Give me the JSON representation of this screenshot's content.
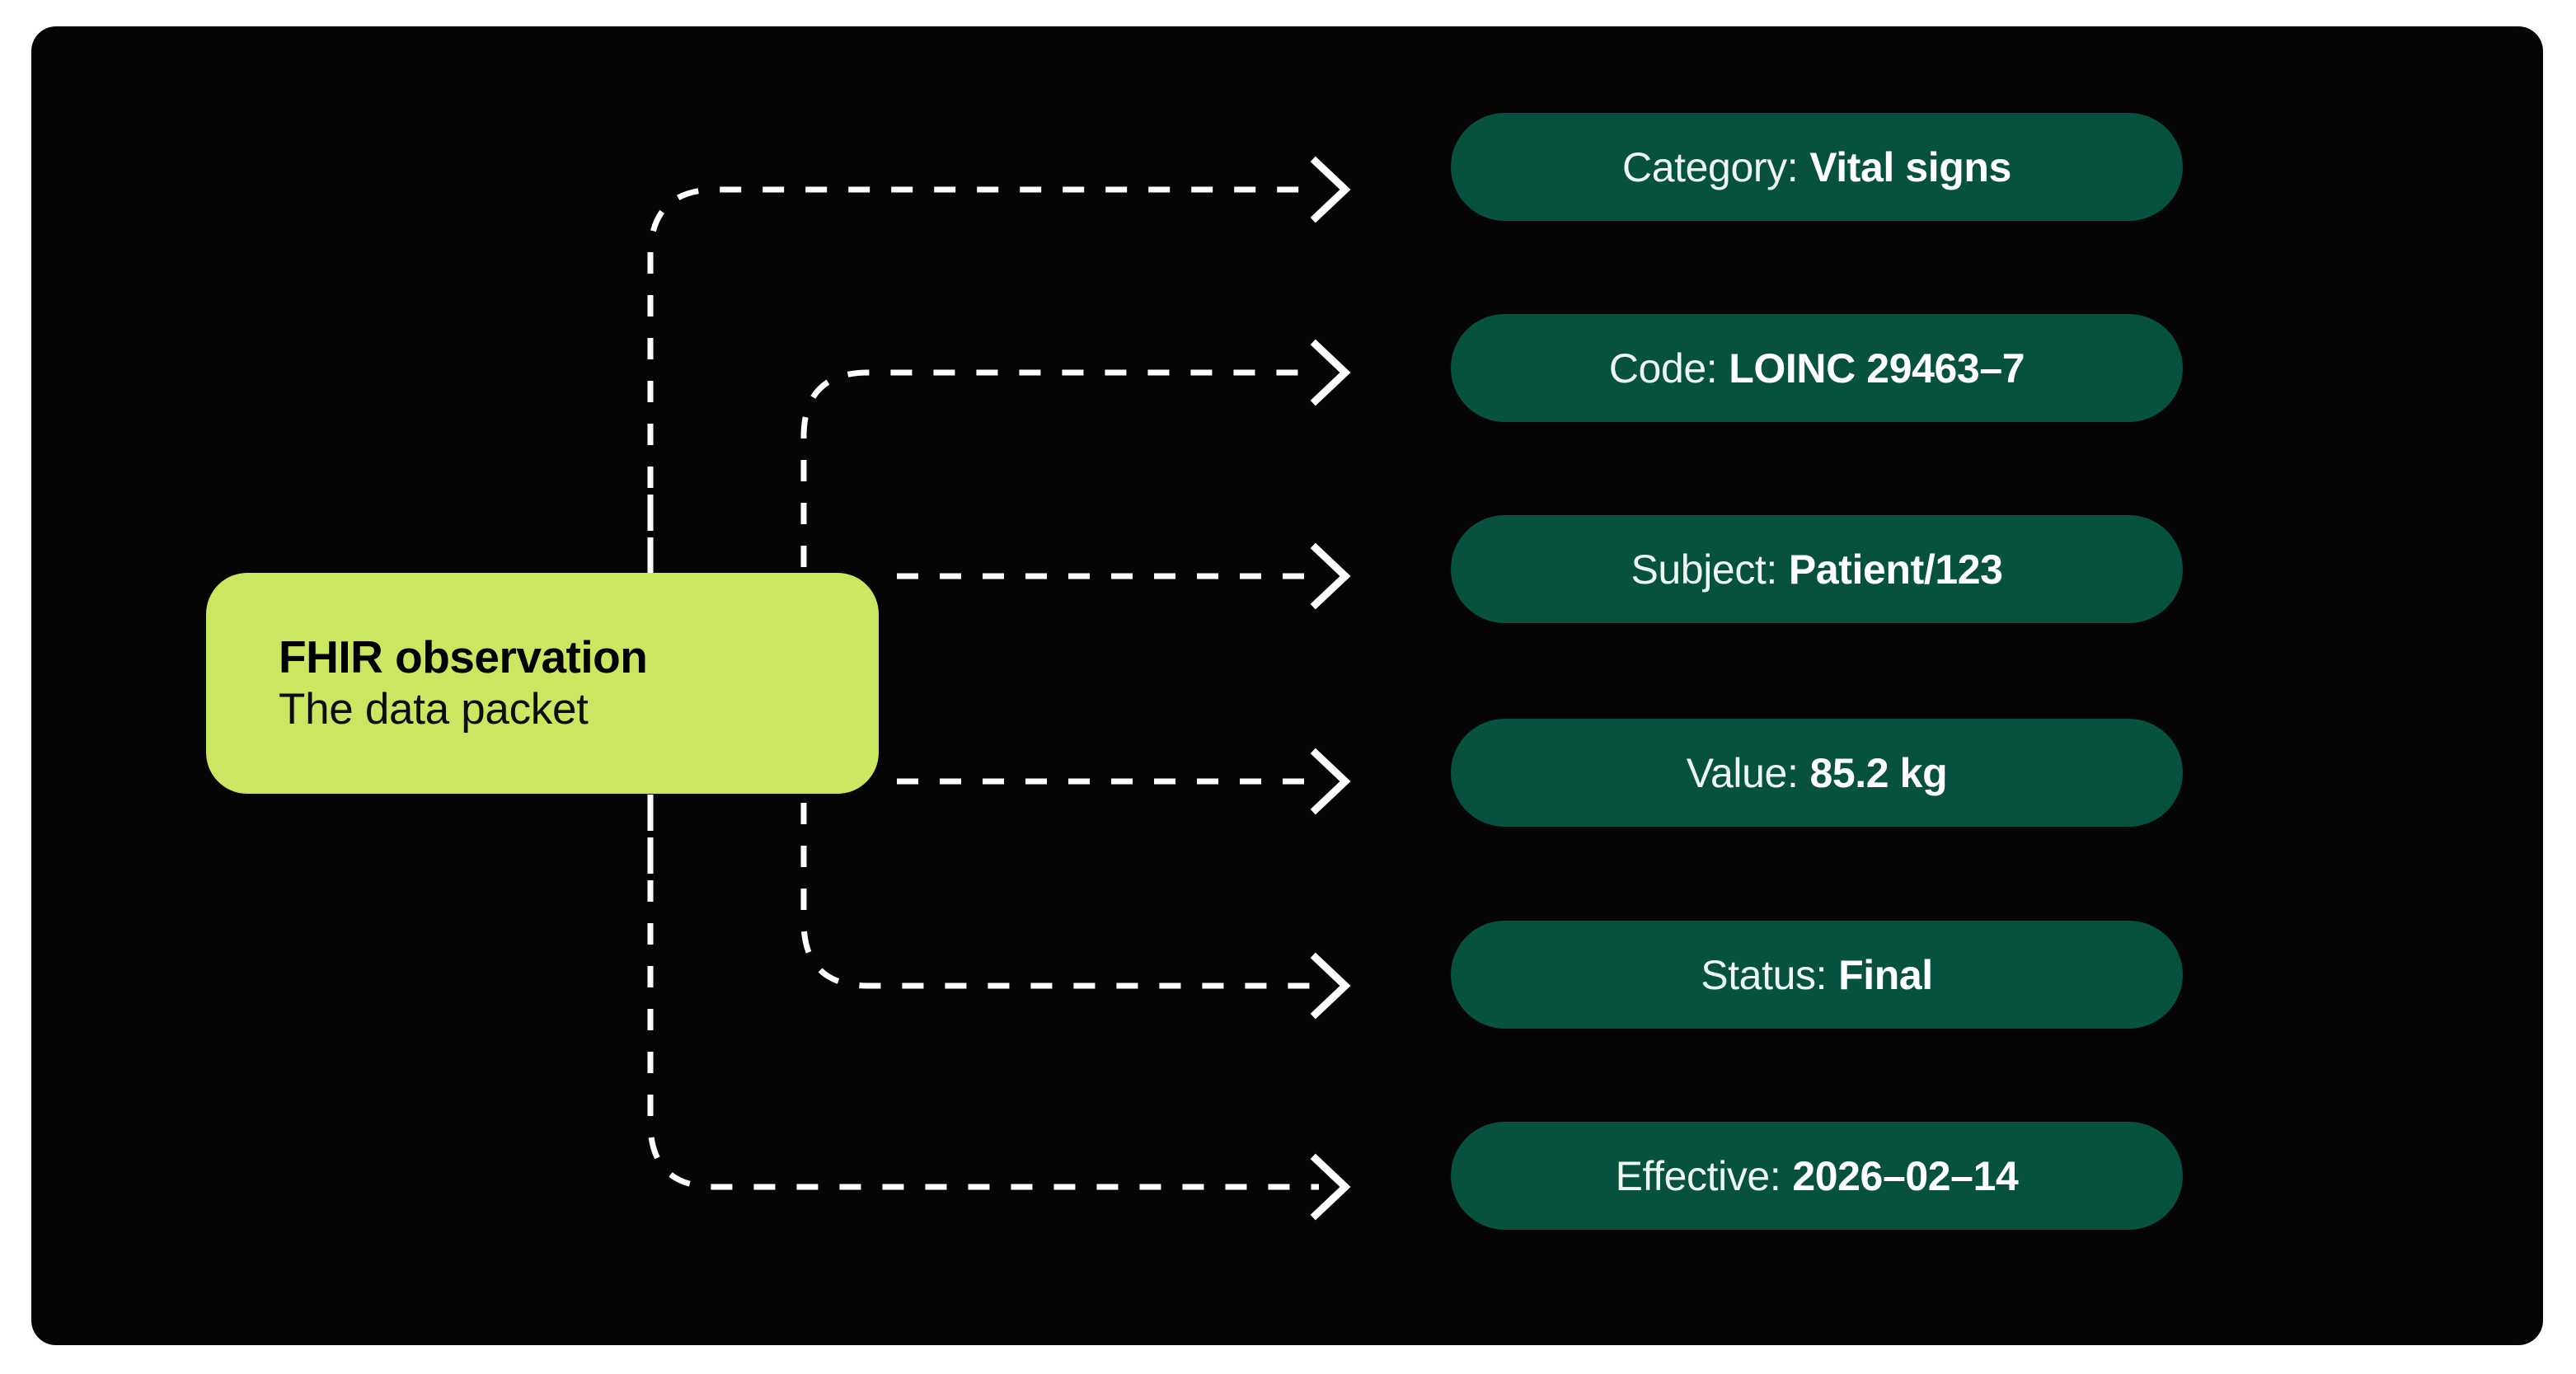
{
  "canvas": {
    "background": "#ffffff",
    "card_background": "#050505"
  },
  "palette": {
    "card": "#050505",
    "source_node": "#cbe661",
    "pill": "#06523f",
    "connector": "#ffffff",
    "source_text": "#000000",
    "pill_label_text": "#eef6f2",
    "pill_value_text": "#ffffff"
  },
  "source": {
    "title": "FHIR observation",
    "subtitle": "The data packet"
  },
  "attributes": [
    {
      "label": "Category:",
      "value": "Vital signs",
      "connector": "elbow-outer-top"
    },
    {
      "label": "Code:",
      "value": "LOINC 29463–7",
      "connector": "elbow-inner-top"
    },
    {
      "label": "Subject:",
      "value": "Patient/123",
      "connector": "straight"
    },
    {
      "label": "Value:",
      "value": "85.2 kg",
      "connector": "straight"
    },
    {
      "label": "Status:",
      "value": "Final",
      "connector": "elbow-inner-bottom"
    },
    {
      "label": "Effective:",
      "value": "2026–02–14",
      "connector": "elbow-outer-bottom"
    }
  ],
  "connector_style": {
    "stroke": "#ffffff",
    "dash": "26 26",
    "width": 7,
    "arrowhead": "open-chevron"
  }
}
